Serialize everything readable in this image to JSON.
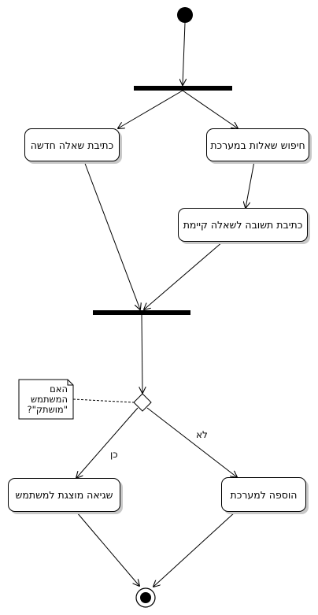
{
  "nodes": {
    "write_new_question": "כתיבת שאלה חדשה",
    "search_questions": "חיפוש שאלות במערכת",
    "answer_existing": "כתיבת תשובה לשאלה קיימת",
    "error_shown": "שגיאה מוצגת למשתמש",
    "add_to_system": "הוספה למערכת"
  },
  "guards": {
    "yes": "כן",
    "no": "לא"
  },
  "note": {
    "line1": "האם",
    "line2": "המשתמש",
    "line3": "\"מושתק\"?"
  }
}
